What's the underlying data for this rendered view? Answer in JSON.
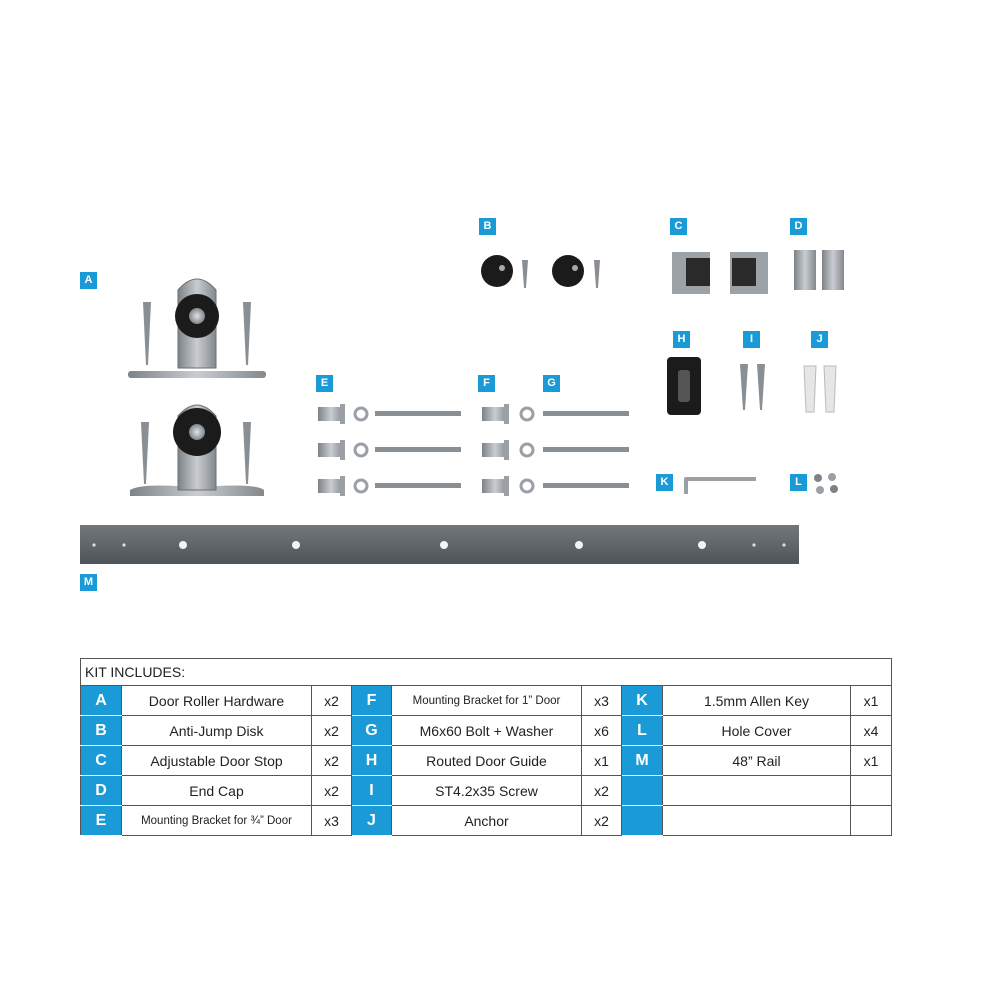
{
  "part_tags": [
    "A",
    "B",
    "C",
    "D",
    "E",
    "F",
    "G",
    "H",
    "I",
    "J",
    "K",
    "L",
    "M"
  ],
  "kit": {
    "title": "KIT INCLUDES:",
    "rows": [
      [
        {
          "letter": "A",
          "name": "Door Roller Hardware",
          "qty": "x2"
        },
        {
          "letter": "F",
          "name": "Mounting Bracket for 1” Door",
          "qty": "x3"
        },
        {
          "letter": "K",
          "name": "1.5mm Allen Key",
          "qty": "x1"
        }
      ],
      [
        {
          "letter": "B",
          "name": "Anti-Jump Disk",
          "qty": "x2"
        },
        {
          "letter": "G",
          "name": "M6x60 Bolt + Washer",
          "qty": "x6"
        },
        {
          "letter": "L",
          "name": "Hole Cover",
          "qty": "x4"
        }
      ],
      [
        {
          "letter": "C",
          "name": "Adjustable Door Stop",
          "qty": "x2"
        },
        {
          "letter": "H",
          "name": "Routed Door Guide",
          "qty": "x1"
        },
        {
          "letter": "M",
          "name": "48” Rail",
          "qty": "x1"
        }
      ],
      [
        {
          "letter": "D",
          "name": "End Cap",
          "qty": "x2"
        },
        {
          "letter": "I",
          "name": "ST4.2x35 Screw",
          "qty": "x2"
        },
        {
          "letter": "",
          "name": "",
          "qty": ""
        }
      ],
      [
        {
          "letter": "E",
          "name": "Mounting Bracket for ¾” Door",
          "qty": "x3"
        },
        {
          "letter": "J",
          "name": "Anchor",
          "qty": "x2"
        },
        {
          "letter": "",
          "name": "",
          "qty": ""
        }
      ]
    ]
  },
  "colors": {
    "accent": "#1a9ad6",
    "steel": "#9aa0a6",
    "rail": "#5f6468",
    "black": "#1b1b1b"
  }
}
